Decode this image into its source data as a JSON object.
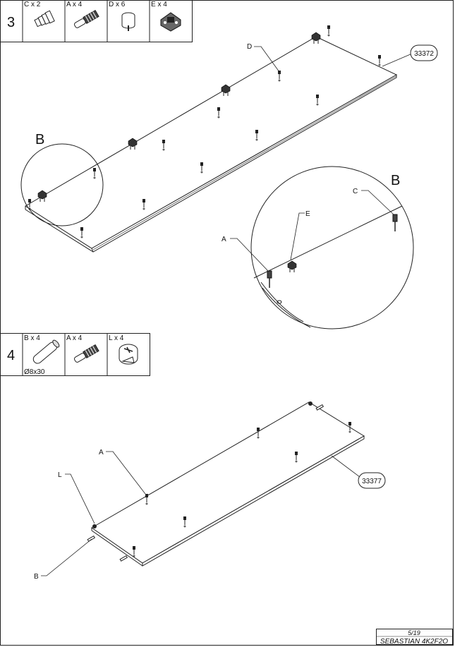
{
  "step3": {
    "number": "3",
    "parts": [
      {
        "label": "C x 2",
        "icon": "ribbed-dowel-icon"
      },
      {
        "label": "A x 4",
        "icon": "screw-dowel-icon"
      },
      {
        "label": "D x 6",
        "icon": "wooden-dowel-icon"
      },
      {
        "label": "E x 4",
        "icon": "hinge-plate-icon"
      }
    ],
    "callouts": {
      "D": "D",
      "B": "B",
      "panel": "33372"
    },
    "detail": {
      "title": "B",
      "A": "A",
      "C": "C",
      "E": "E"
    }
  },
  "step4": {
    "number": "4",
    "parts": [
      {
        "label": "B x 4",
        "icon": "wooden-dowel-icon",
        "note": "Ø8x30"
      },
      {
        "label": "A x 4",
        "icon": "screw-dowel-icon"
      },
      {
        "label": "L x 4",
        "icon": "cam-lock-icon"
      }
    ],
    "callouts": {
      "A": "A",
      "L": "L",
      "B": "B",
      "panel": "33377"
    }
  },
  "footer": {
    "page": "5/19",
    "model": "SEBASTIAN 4K2F2O"
  }
}
